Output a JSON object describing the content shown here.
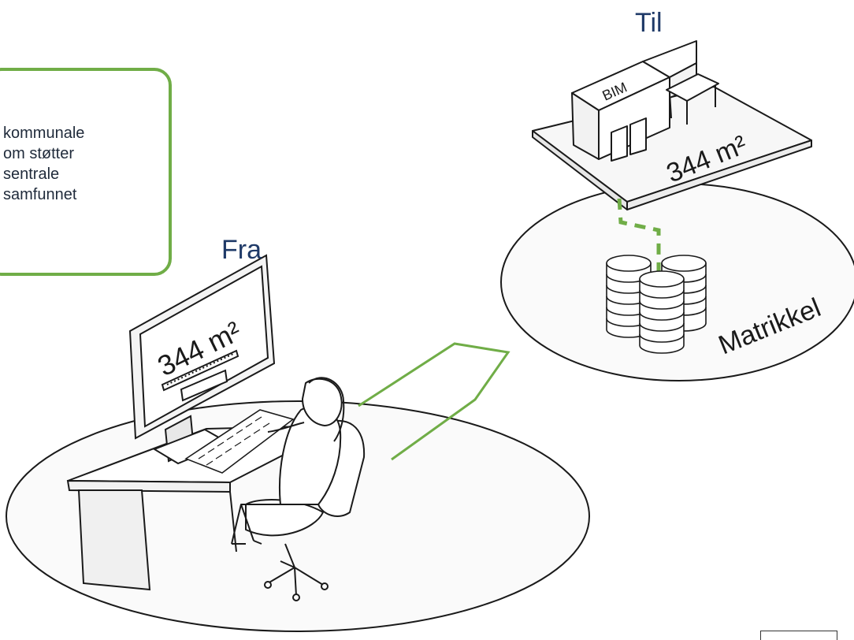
{
  "labels": {
    "from": "Fra",
    "to": "Til",
    "bim": "BIM",
    "area": "344 m²",
    "area_screen": "344 m²",
    "registry": "Matrikkel"
  },
  "callout": {
    "lines": [
      "kommunale",
      "om støtter",
      "sentrale",
      "samfunnet"
    ]
  },
  "colors": {
    "accent_green": "#70ad47",
    "label_navy": "#1f3a68",
    "line_dark": "#1a1a1a"
  }
}
